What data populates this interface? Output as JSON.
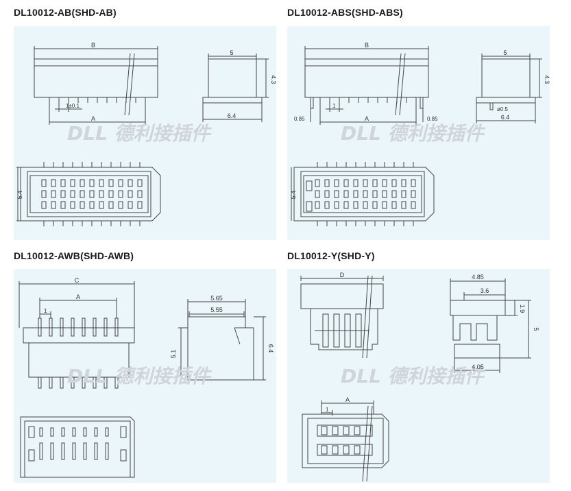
{
  "watermark": "DLL 德利接插件",
  "colors": {
    "panel_bg": "#eaf6fa",
    "line": "#444444",
    "watermark": "#cfd5d8"
  },
  "panels": [
    {
      "title": "DL10012-AB(SHD-AB)",
      "dims": {
        "B": "B",
        "A": "A",
        "pitch": "1±0.1",
        "d5": "5",
        "d43": "4.3",
        "d64": "6.4",
        "d54": "5.4"
      }
    },
    {
      "title": "DL10012-ABS(SHD-ABS)",
      "dims": {
        "B": "B",
        "A": "A",
        "pitch": "1",
        "d085a": "0.85",
        "d085b": "0.85",
        "d5": "5",
        "d43": "4.3",
        "dia": "ø0.5",
        "d64": "6.4",
        "d54": "5.4"
      }
    },
    {
      "title": "DL10012-AWB(SHD-AWB)",
      "dims": {
        "C": "C",
        "A": "A",
        "pitch": "1",
        "d565": "5.65",
        "d555": "5.55",
        "d51": "5.1",
        "d64": "6.4"
      }
    },
    {
      "title": "DL10012-Y(SHD-Y)",
      "dims": {
        "D": "D",
        "A": "A",
        "pitch": "1",
        "d485": "4.85",
        "d36": "3.6",
        "d19": "1.9",
        "d5": "5",
        "d405": "4.05"
      }
    }
  ]
}
